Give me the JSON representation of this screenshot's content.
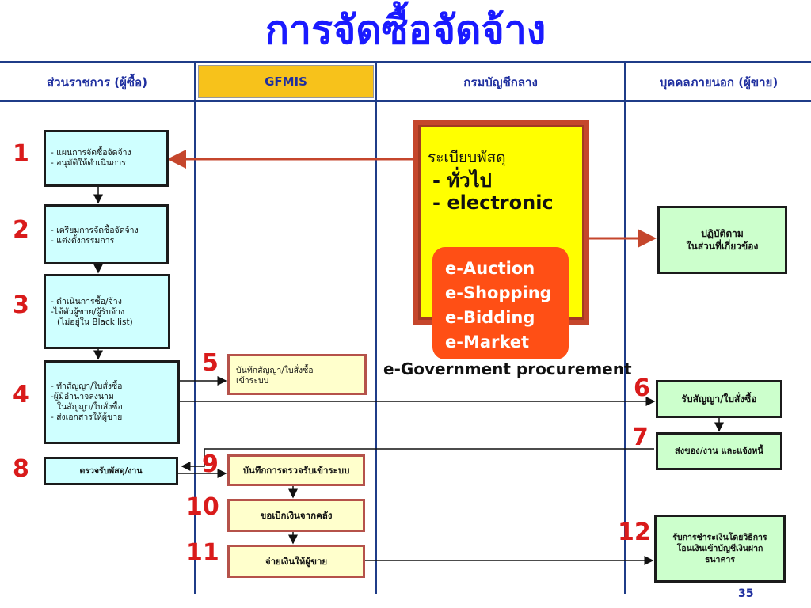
{
  "title": "การจัดซื้อจัดจ้าง",
  "columns": {
    "c1": "ส่วนราชการ (ผู้ซื้อ)",
    "c2": "GFMIS",
    "c3": "กรมบัญชีกลาง",
    "c4": "บุคคลภายนอก (ผู้ขาย)"
  },
  "steps": {
    "s1": {
      "num": "1",
      "l1": "- แผนการจัดซื้อจัดจ้าง",
      "l2": "- อนุมัติให้ดำเนินการ"
    },
    "s2": {
      "num": "2",
      "l1": "- เตรียมการจัดซื้อจัดจ้าง",
      "l2": "- แต่งตั้งกรรมการ"
    },
    "s3": {
      "num": "3",
      "l1": "- ดำเนินการซื้อ/จ้าง",
      "l2": "-ได้ตัวผู้ขาย/ผู้รับจ้าง",
      "l3": "(ไม่อยู่ใน Black list)"
    },
    "s4": {
      "num": "4",
      "l1": "- ทำสัญญา/ใบสั่งซื้อ",
      "l2": "-ผู้มีอำนาจลงนาม",
      "l3": "ในสัญญา/ใบสั่งซื้อ",
      "l4": "- ส่งเอกสารให้ผู้ขาย"
    },
    "s5": {
      "num": "5",
      "l1": "บันทึกสัญญา/ใบสั่งซื้อ",
      "l2": "เข้าระบบ"
    },
    "s6": {
      "num": "6",
      "label": "รับสัญญา/ใบสั่งซื้อ"
    },
    "s7": {
      "num": "7",
      "label": "ส่งของ/งาน  และแจ้งหนี้"
    },
    "s8": {
      "num": "8",
      "label": "ตรวจรับพัสดุ/งาน"
    },
    "s9": {
      "num": "9",
      "label": "บันทึกการตรวจรับเข้าระบบ"
    },
    "s10": {
      "num": "10",
      "label": "ขอเบิกเงินจากคลัง"
    },
    "s11": {
      "num": "11",
      "label": "จ่ายเงินให้ผู้ขาย"
    },
    "s12": {
      "num": "12",
      "l1": "รับการชำระเงินโดยวิธีการ",
      "l2": "โอนเงินเข้าบัญชีเงินฝาก",
      "l3": "ธนาคาร"
    }
  },
  "comply": {
    "l1": "ปฏิบัติตาม",
    "l2": "ในส่วนที่เกี่ยวข้อง"
  },
  "regulation": {
    "title": "ระเบียบพัสดุ",
    "l1": "- ทั่วไป",
    "l2": "- electronic"
  },
  "eservices": [
    "e-Auction",
    "e-Shopping",
    "e-Bidding",
    "e-Market"
  ],
  "egov": "e-Government procurement",
  "page": "35",
  "colors": {
    "blue_line": "#1f3c88",
    "title": "#1a1aff",
    "arrow_red": "#c5462c",
    "number_red": "#d91b1b"
  }
}
